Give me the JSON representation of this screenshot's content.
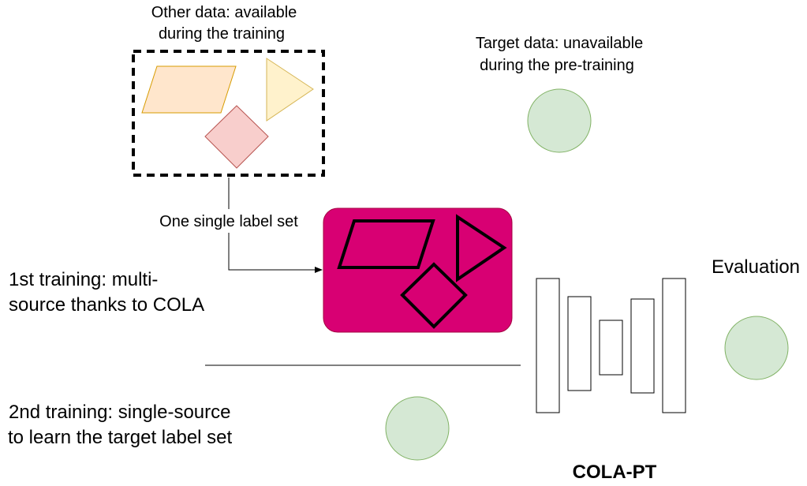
{
  "labels": {
    "other_data_line1": "Other data: available",
    "other_data_line2": "during the training",
    "target_data_line1": "Target data: unavailable",
    "target_data_line2": "during the pre-training",
    "single_label_set": "One single label set",
    "first_training_line1": "1st training: multi-",
    "first_training_line2": "source thanks to COLA",
    "second_training_line1": "2nd training: single-source",
    "second_training_line2": "to learn the target label set",
    "evaluation": "Evaluation",
    "model_name": "COLA-PT"
  },
  "colors": {
    "parallelogram_fill": "#ffe6cc",
    "parallelogram_stroke": "#d79b00",
    "triangle_fill": "#fff2cc",
    "triangle_stroke": "#d6b656",
    "diamond_fill": "#f8cecc",
    "diamond_stroke": "#b85450",
    "data_circle_fill": "#d5e8d4",
    "data_circle_stroke": "#82b366",
    "merged_box_fill": "#d80073",
    "merged_box_stroke": "#a50040"
  }
}
